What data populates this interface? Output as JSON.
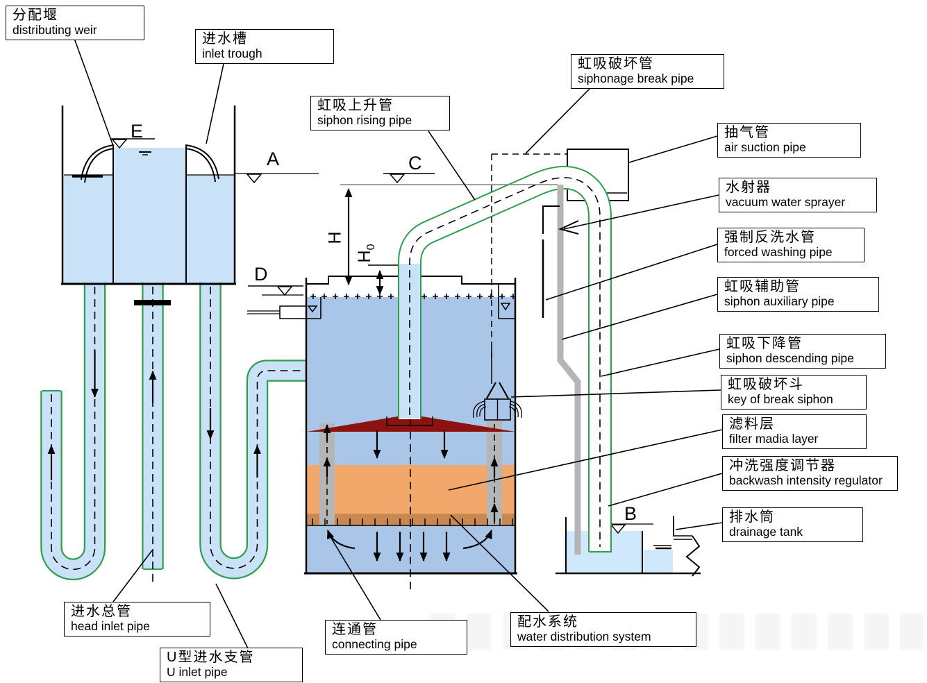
{
  "title": "siphon filter process diagram",
  "labels": {
    "distributing_weir": {
      "zh": "分配堰",
      "en": "distributing weir"
    },
    "inlet_trough": {
      "zh": "进水槽",
      "en": "inlet trough"
    },
    "siphon_rising_pipe": {
      "zh": "虹吸上升管",
      "en": "siphon rising pipe"
    },
    "siphonage_break_pipe": {
      "zh": "虹吸破坏管",
      "en": "siphonage break pipe"
    },
    "air_suction_pipe": {
      "zh": "抽气管",
      "en": "air suction pipe"
    },
    "vacuum_water_sprayer": {
      "zh": "水射器",
      "en": "vacuum water sprayer"
    },
    "forced_washing_pipe": {
      "zh": "强制反洗水管",
      "en": "forced washing pipe"
    },
    "siphon_auxiliary_pipe": {
      "zh": "虹吸辅助管",
      "en": "siphon auxiliary pipe"
    },
    "siphon_descending_pipe": {
      "zh": "虹吸下降管",
      "en": "siphon descending pipe"
    },
    "key_of_break_siphon": {
      "zh": "虹吸破坏斗",
      "en": "key of break siphon"
    },
    "filter_media_layer": {
      "zh": "滤料层",
      "en": "filter madia layer"
    },
    "backwash_intensity_regulator": {
      "zh": "冲洗强度调节器",
      "en": "backwash intensity regulator"
    },
    "drainage_tank": {
      "zh": "排水筒",
      "en": "drainage tank"
    },
    "head_inlet_pipe": {
      "zh": "进水总管",
      "en": "head inlet pipe"
    },
    "u_inlet_pipe": {
      "zh": "U型进水支管",
      "en": "U inlet pipe"
    },
    "connecting_pipe": {
      "zh": "连通管",
      "en": "connecting pipe"
    },
    "water_distribution_system": {
      "zh": "配水系统",
      "en": "water distribution system"
    }
  },
  "level_markers": {
    "e": "E",
    "a": "A",
    "c": "C",
    "d": "D",
    "b": "B"
  },
  "dimensions": {
    "h": "H",
    "h0_base": "H",
    "h0_sub": "0"
  },
  "colors": {
    "pipe_fill": "#c9e2f7",
    "pipe_outline": "#2f9e4f",
    "tank_water": "#a9c5e8",
    "filter_media": "#f2a76b",
    "media_support": "#c8884f",
    "cone": "#8c1212",
    "gray_pipe": "#b5b5b5",
    "drain_water": "#cfe8fb",
    "line": "#000000",
    "level_line": "#808080"
  }
}
